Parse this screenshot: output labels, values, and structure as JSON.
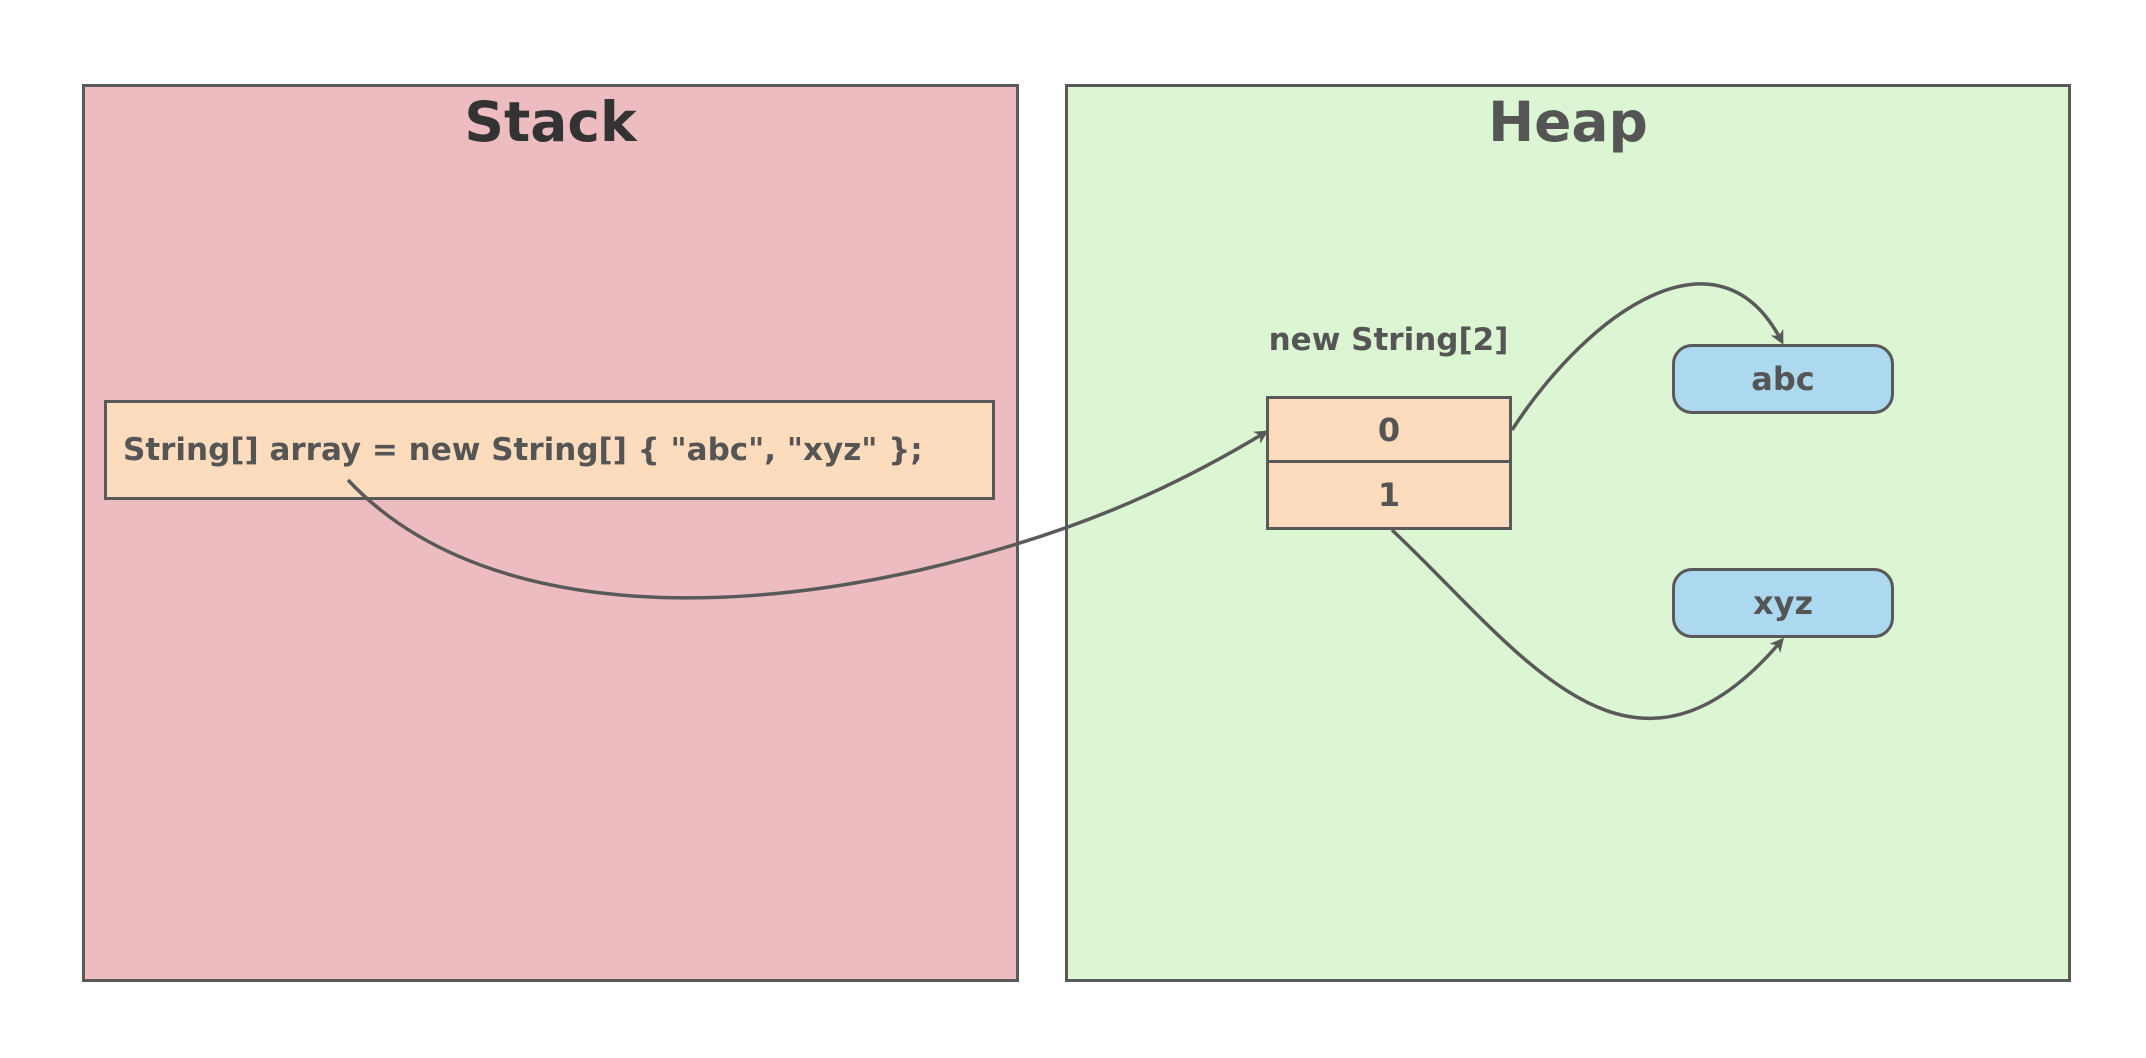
{
  "stack": {
    "title": "Stack",
    "code": "String[] array = new String[] { \"abc\", \"xyz\" };"
  },
  "heap": {
    "title": "Heap",
    "array_label": "new String[2]",
    "array_cells": [
      "0",
      "1"
    ],
    "strings": [
      "abc",
      "xyz"
    ]
  },
  "colors": {
    "stack_fill": "#ecbcc0",
    "heap_fill": "#dcf5d3",
    "array_fill": "#fcdcbc",
    "string_fill": "#add9f0",
    "stroke": "#595959"
  }
}
